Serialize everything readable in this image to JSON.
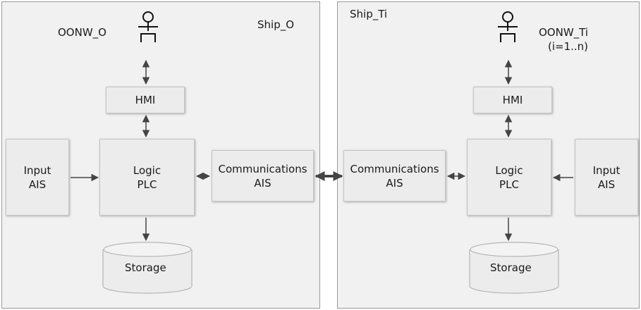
{
  "ship_o": {
    "title": "Ship_O",
    "operator": "OONW_O",
    "hmi": "HMI",
    "logic": {
      "line1": "Logic",
      "line2": "PLC"
    },
    "input": {
      "line1": "Input",
      "line2": "AIS"
    },
    "comms": {
      "line1": "Communications",
      "line2": "AIS"
    },
    "storage": "Storage"
  },
  "ship_ti": {
    "title": "Ship_Ti",
    "operator": "OONW_Ti",
    "operator_range": "(i=1..n)",
    "hmi": "HMI",
    "logic": {
      "line1": "Logic",
      "line2": "PLC"
    },
    "input": {
      "line1": "Input",
      "line2": "AIS"
    },
    "comms": {
      "line1": "Communications",
      "line2": "AIS"
    },
    "storage": "Storage"
  },
  "colors": {
    "panel": "#f1f1f1",
    "box": "#ececec",
    "arrow": "#444444",
    "border": "#9a9a9a"
  },
  "icons": {
    "operator": "person-stick-figure-icon"
  }
}
